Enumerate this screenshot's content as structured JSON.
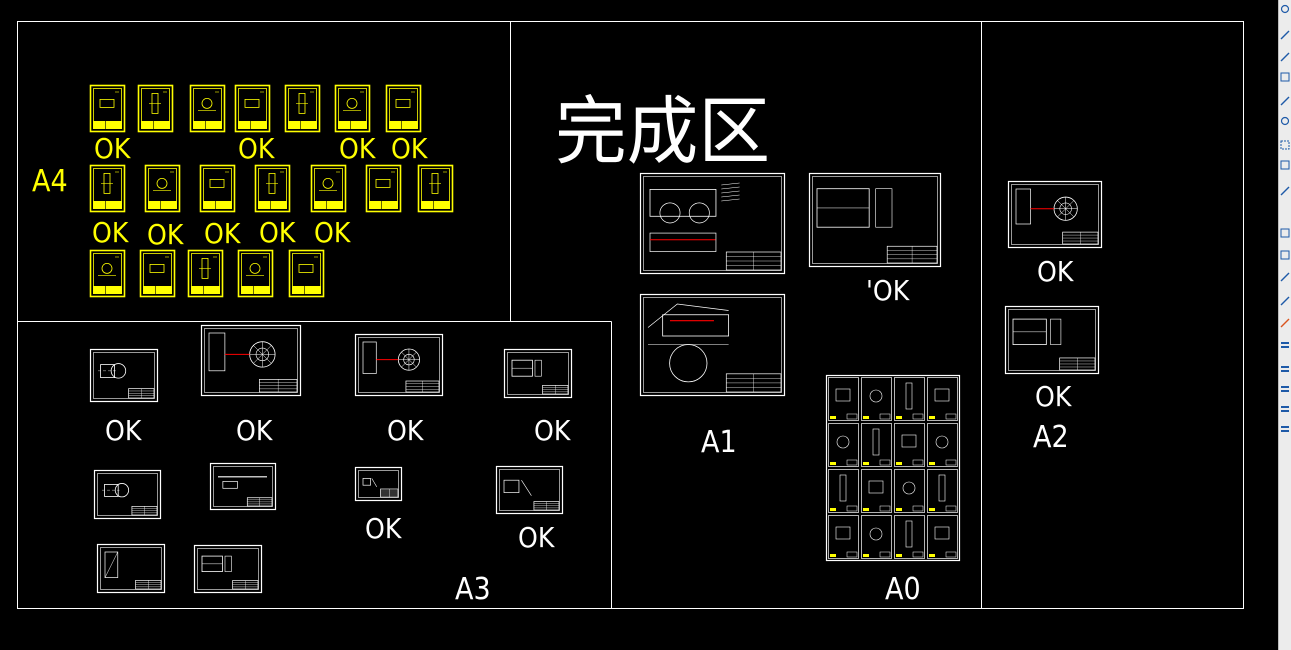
{
  "title": "完成区",
  "zones": {
    "a4": {
      "label": "A4",
      "ok": [
        "OK",
        "OK",
        "OK",
        "OK",
        "OK",
        "OK",
        "OK",
        "OK",
        "OK"
      ]
    },
    "a3": {
      "label": "A3",
      "ok": [
        "OK",
        "OK",
        "OK",
        "OK",
        "OK",
        "OK"
      ]
    },
    "a1": {
      "label": "A1",
      "ok": [
        "'OK"
      ]
    },
    "a0": {
      "label": "A0"
    },
    "a2": {
      "label": "A2",
      "ok": [
        "OK",
        "OK"
      ]
    }
  },
  "colors": {
    "background": "#000000",
    "lines": "#ffffff",
    "a4_sheets": "#ffff00",
    "accent": "#ff0000",
    "toolbar": "#ececec",
    "tool_icon": "#1e5aa8"
  },
  "toolbar_icons": [
    "rotate-icon",
    "measure-icon",
    "paint-icon",
    "grid-icon",
    "arrow-left-icon",
    "refresh-icon",
    "dashed-box-icon",
    "panel-icon",
    "line-icon",
    "square-icon",
    "square-icon",
    "move-icon",
    "pen-icon",
    "color-icon",
    "list-icon",
    "layer-icon",
    "layer-icon",
    "layer-icon",
    "layer-icon"
  ]
}
